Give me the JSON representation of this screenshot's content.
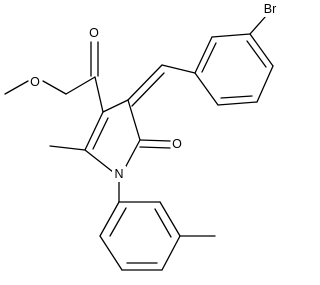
{
  "structure": {
    "atoms": {
      "br": "Br",
      "ester_o_double": "O",
      "ester_o_single": "O",
      "ketone_o": "O",
      "ring_n": "N"
    }
  }
}
